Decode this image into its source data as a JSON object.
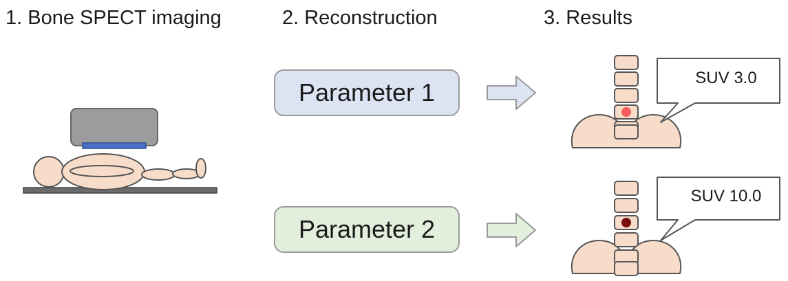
{
  "headings": {
    "step1": "1. Bone SPECT imaging",
    "step2": "2. Reconstruction",
    "step3": "3. Results"
  },
  "parameters": [
    {
      "label": "Parameter 1",
      "fill": "#dce3f3"
    },
    {
      "label": "Parameter 2",
      "fill": "#e2efdc"
    }
  ],
  "results": [
    {
      "label": "SUV 3.0",
      "lesion_color": "#f25c5c"
    },
    {
      "label": "SUV 10.0",
      "lesion_color": "#7a0d0d"
    }
  ],
  "colors": {
    "body": "#f7dcc9",
    "outline": "#555555",
    "detector": "#9c9c9c",
    "collimator": "#4a6fc4",
    "table": "#6b6b6b"
  }
}
